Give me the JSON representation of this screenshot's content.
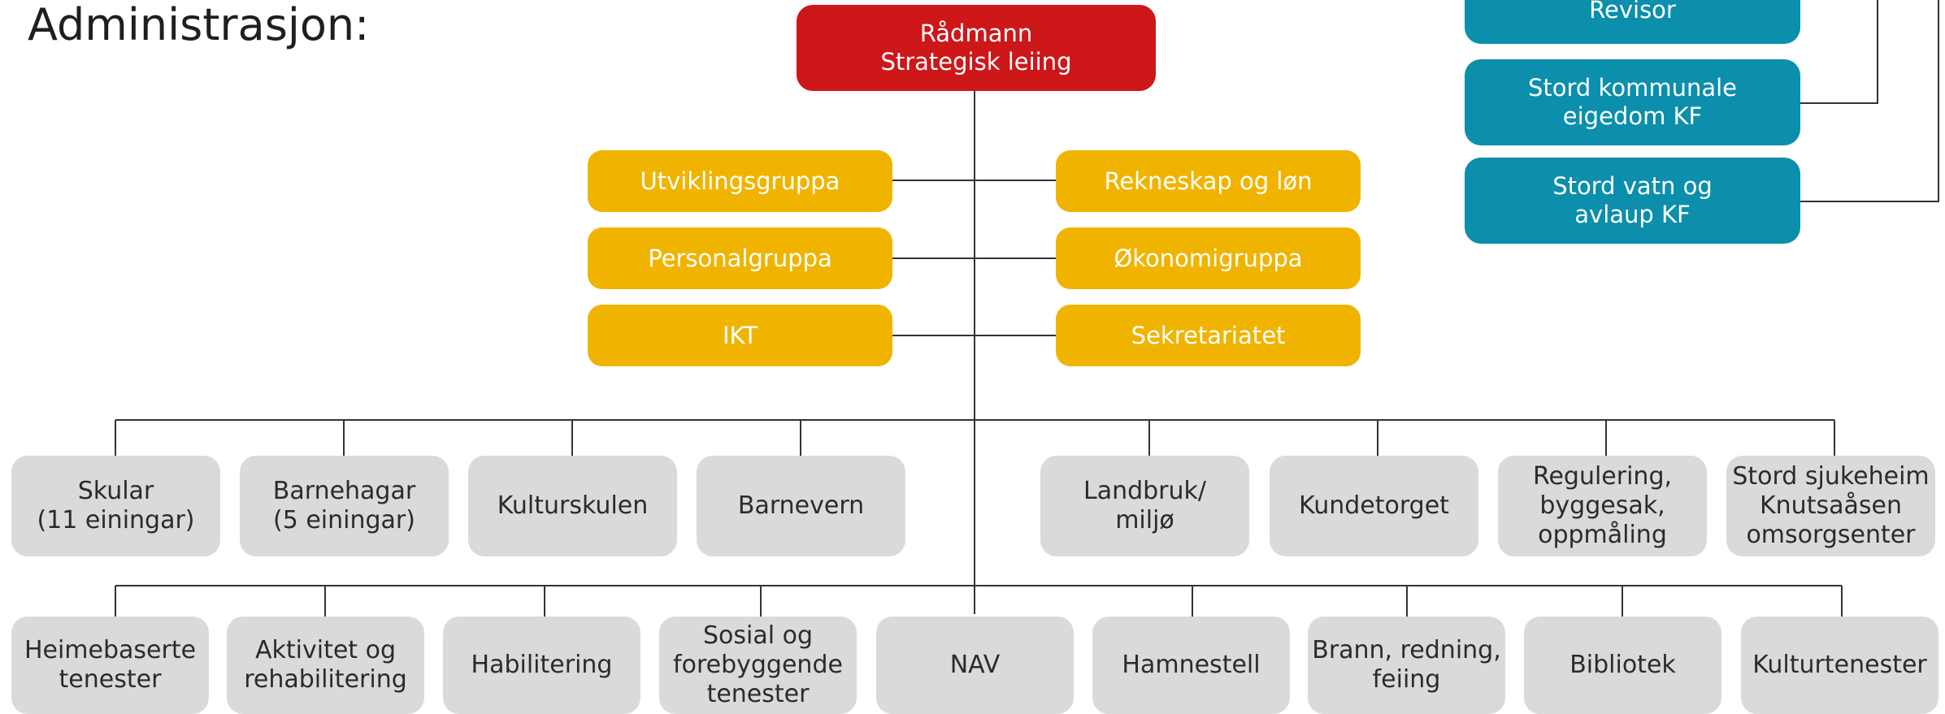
{
  "title": "Administrasjon:",
  "top": {
    "label": "Rådmann\nStrategisk leiing",
    "color": "#cd1719"
  },
  "external": [
    {
      "label": "Revisor"
    },
    {
      "label": "Stord kommunale\neigedom KF"
    },
    {
      "label": "Stord vatn og\navlaup KF"
    }
  ],
  "staff_left": [
    {
      "label": "Utviklingsgruppa"
    },
    {
      "label": "Personalgruppa"
    },
    {
      "label": "IKT"
    }
  ],
  "staff_right": [
    {
      "label": "Rekneskap og løn"
    },
    {
      "label": "Økonomigruppa"
    },
    {
      "label": "Sekretariatet"
    }
  ],
  "row1": [
    {
      "label": "Skular\n(11 einingar)"
    },
    {
      "label": "Barnehagar\n(5 einingar)"
    },
    {
      "label": "Kulturskulen"
    },
    {
      "label": "Barnevern"
    },
    {
      "label": "Landbruk/\nmiljø"
    },
    {
      "label": "Kundetorget"
    },
    {
      "label": "Regulering,\nbyggesak,\noppmåling"
    },
    {
      "label": "Stord sjukeheim\nKnutsaåsen\nomsorgsenter"
    }
  ],
  "row2": [
    {
      "label": "Heimebaserte\ntenester"
    },
    {
      "label": "Aktivitet og\nrehabilitering"
    },
    {
      "label": "Habilitering"
    },
    {
      "label": "Sosial og\nforebyggende\ntenester"
    },
    {
      "label": "NAV"
    },
    {
      "label": "Hamnestell"
    },
    {
      "label": "Brann, redning,\nfeiing"
    },
    {
      "label": "Bibliotek"
    },
    {
      "label": "Kulturtenester"
    }
  ],
  "colors": {
    "red": "#cd1719",
    "blue": "#0b8fac",
    "yellow": "#f0b400",
    "grey": "#dadadc",
    "line": "#333333"
  }
}
